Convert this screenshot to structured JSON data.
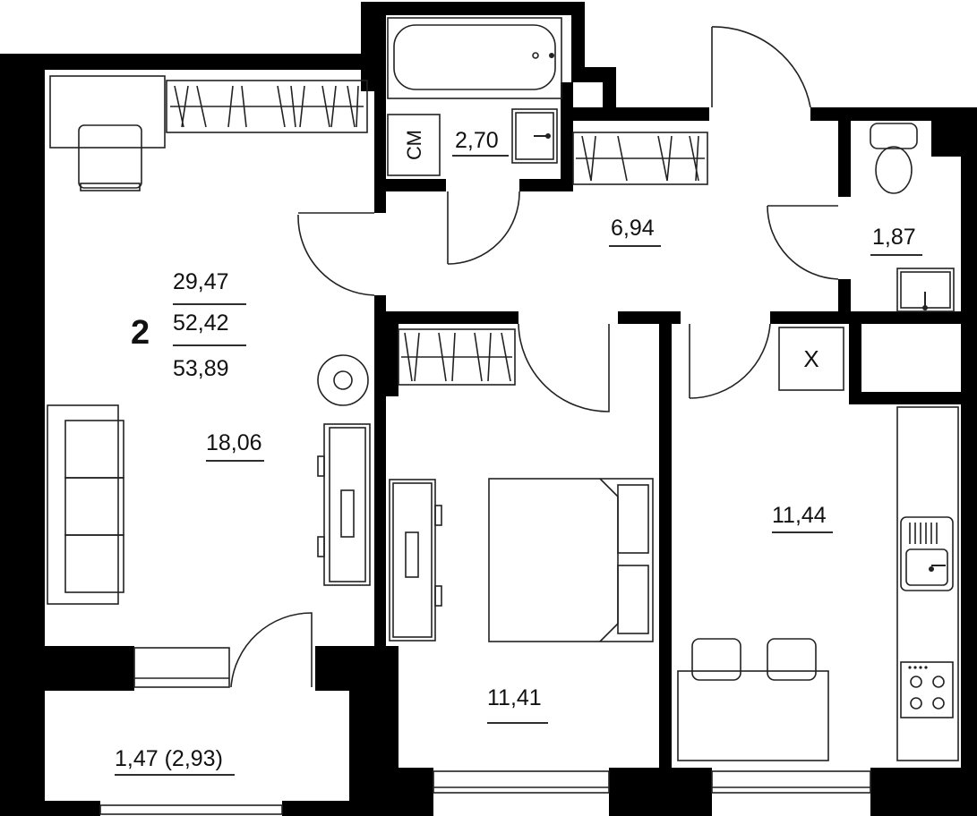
{
  "plan": {
    "rooms_count": "2",
    "living_area": "29,47",
    "total_area": "52,42",
    "total_area_with_balcony": "53,89"
  },
  "rooms": {
    "living_room": "18,06",
    "bathroom": "2,70",
    "hallway": "6,94",
    "toilet": "1,87",
    "bedroom": "11,41",
    "kitchen": "11,44",
    "balcony": "1,47 (2,93)"
  },
  "fixtures": {
    "washer_label": "СМ",
    "vent_label": "X"
  }
}
